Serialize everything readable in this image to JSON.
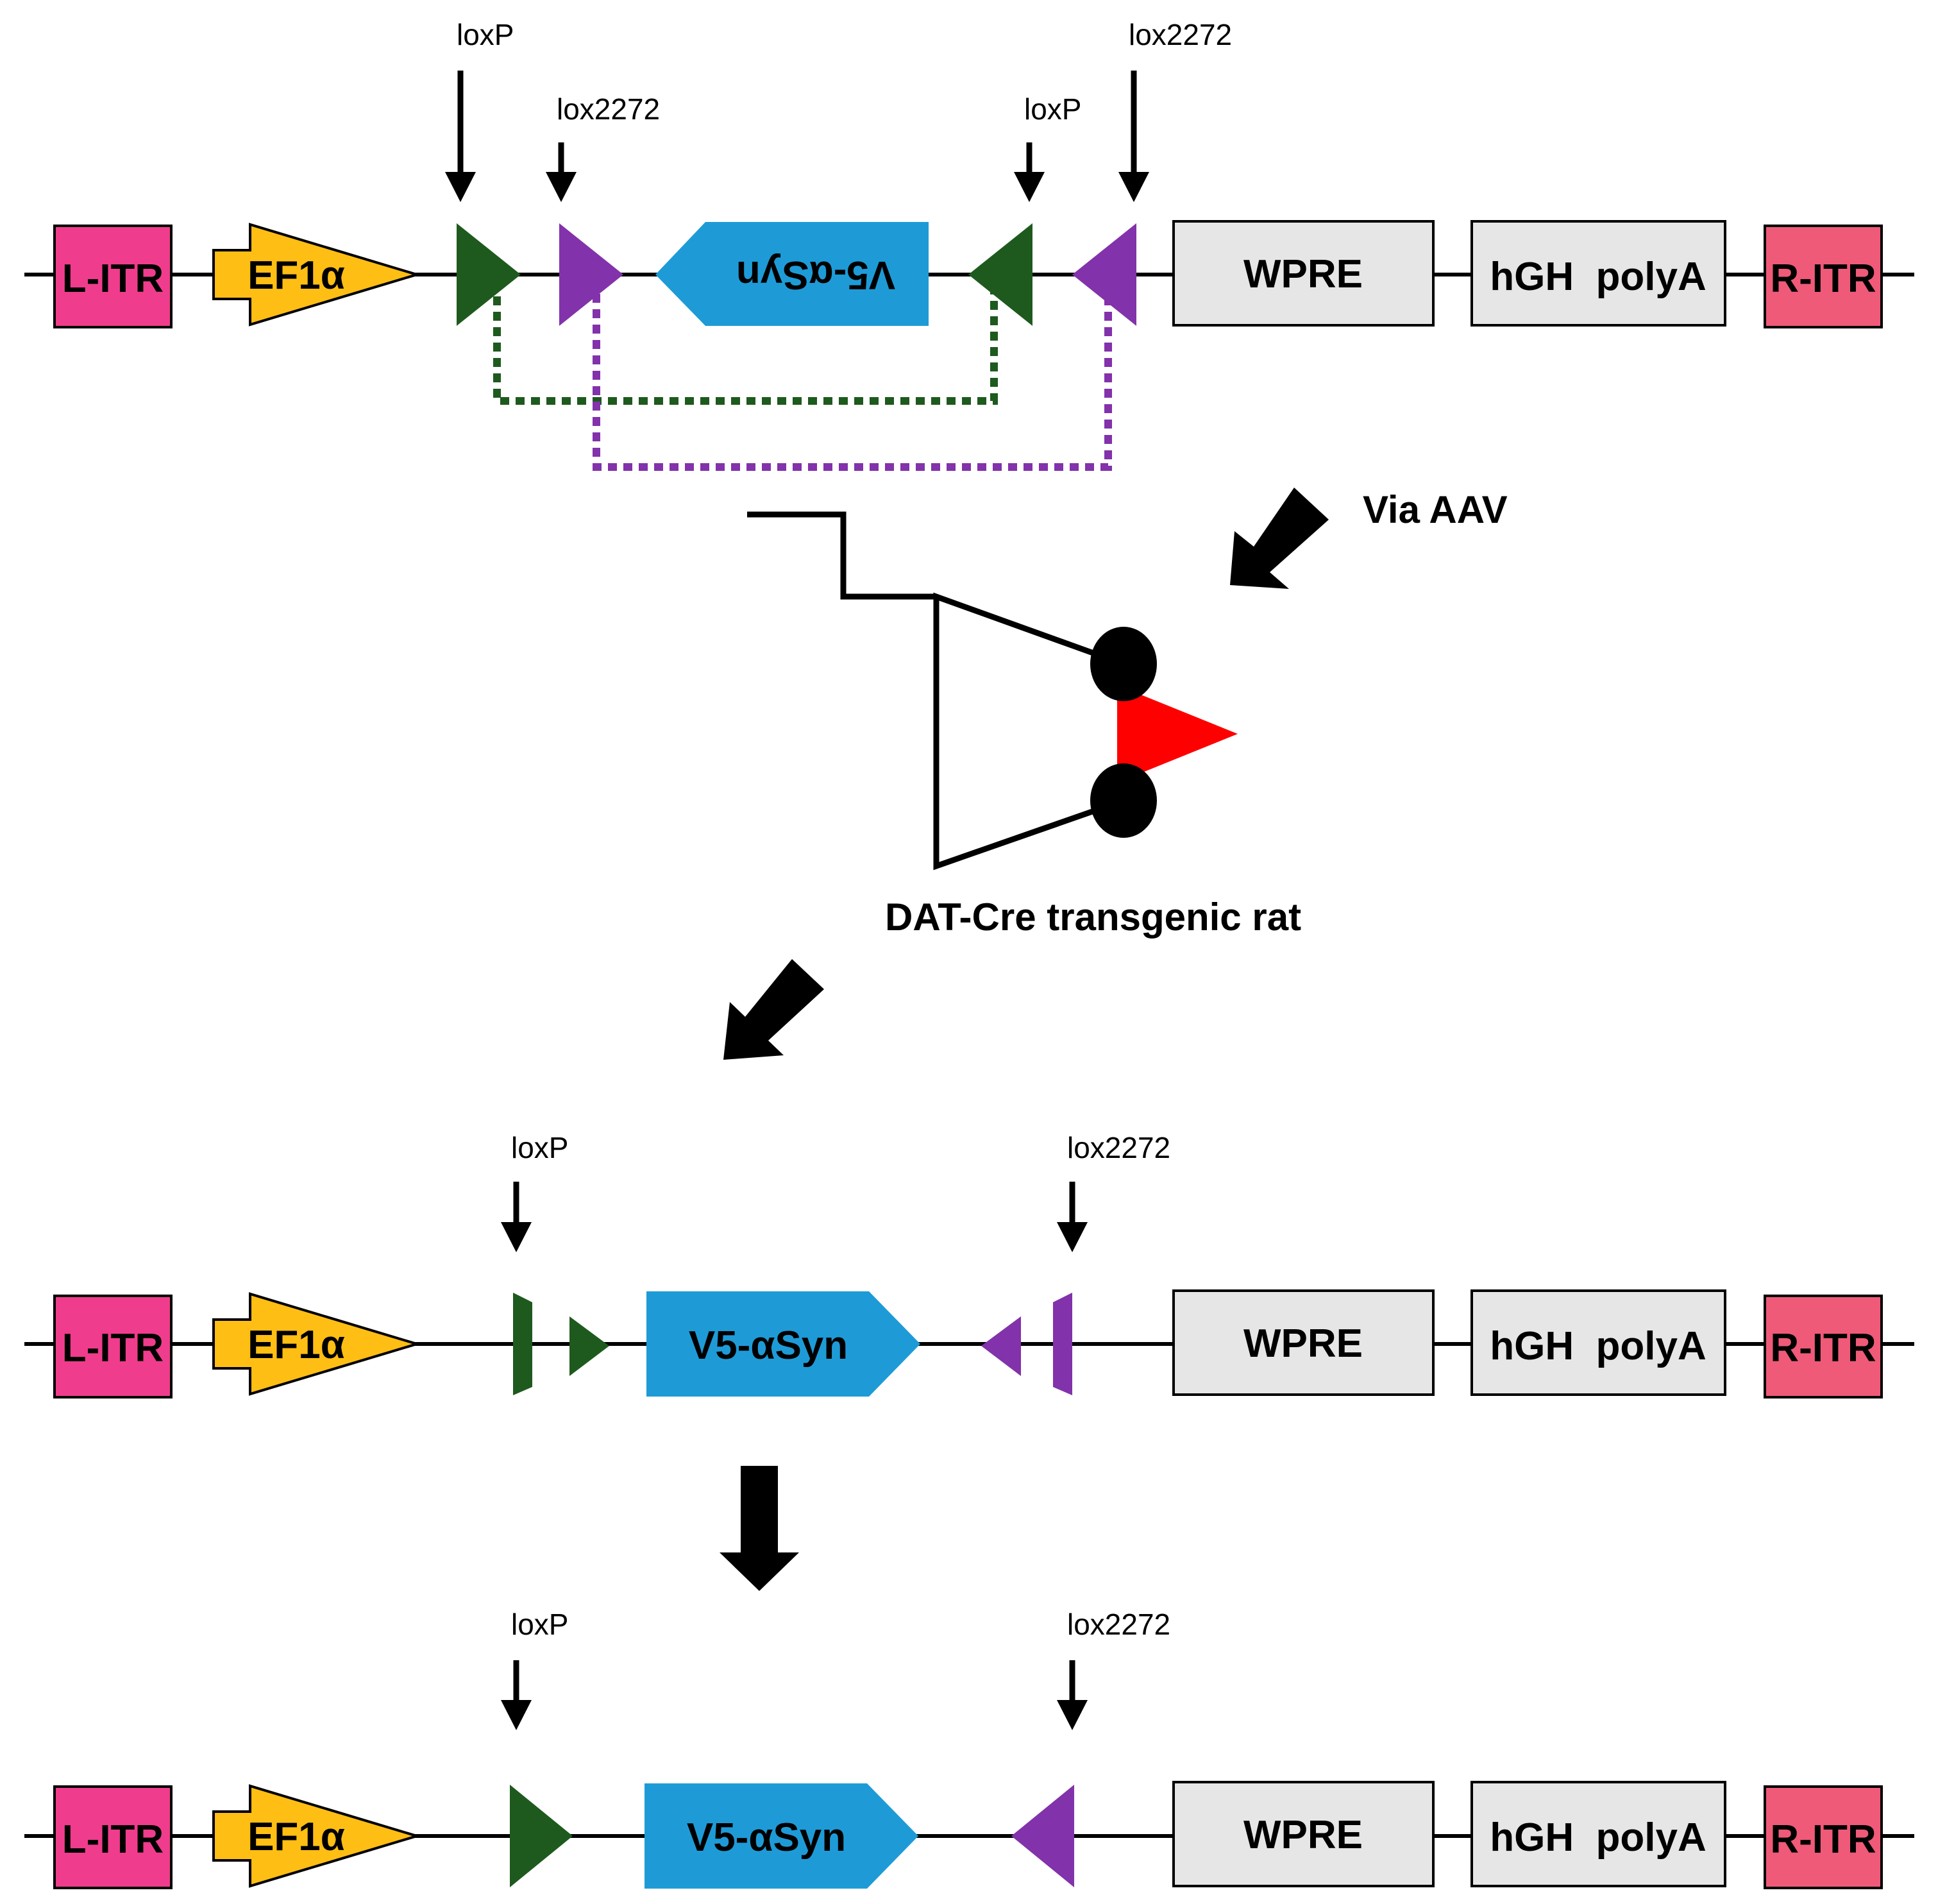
{
  "colors": {
    "itr_left": "#f03c8c",
    "itr_right": "#ef5a78",
    "promoter": "#ffbe14",
    "gene": "#1e9bd7",
    "grey_box": "#e6e6e6",
    "loxp": "#1e5a1e",
    "lox2272": "#8232aa",
    "cre_triangle": "#ff0000",
    "line": "#000000"
  },
  "construct": {
    "l_itr": "L-ITR",
    "promoter": "EF1α",
    "gene_inverted": "V5-αSyn",
    "gene": "V5-αSyn",
    "wpre": "WPRE",
    "polya": "hGH  polyA",
    "r_itr": "R-ITR"
  },
  "sites": {
    "loxp": "loxP",
    "lox2272": "lox2272"
  },
  "middle": {
    "via_aav": "Via AAV",
    "rat_label": "DAT-Cre transgenic rat"
  }
}
